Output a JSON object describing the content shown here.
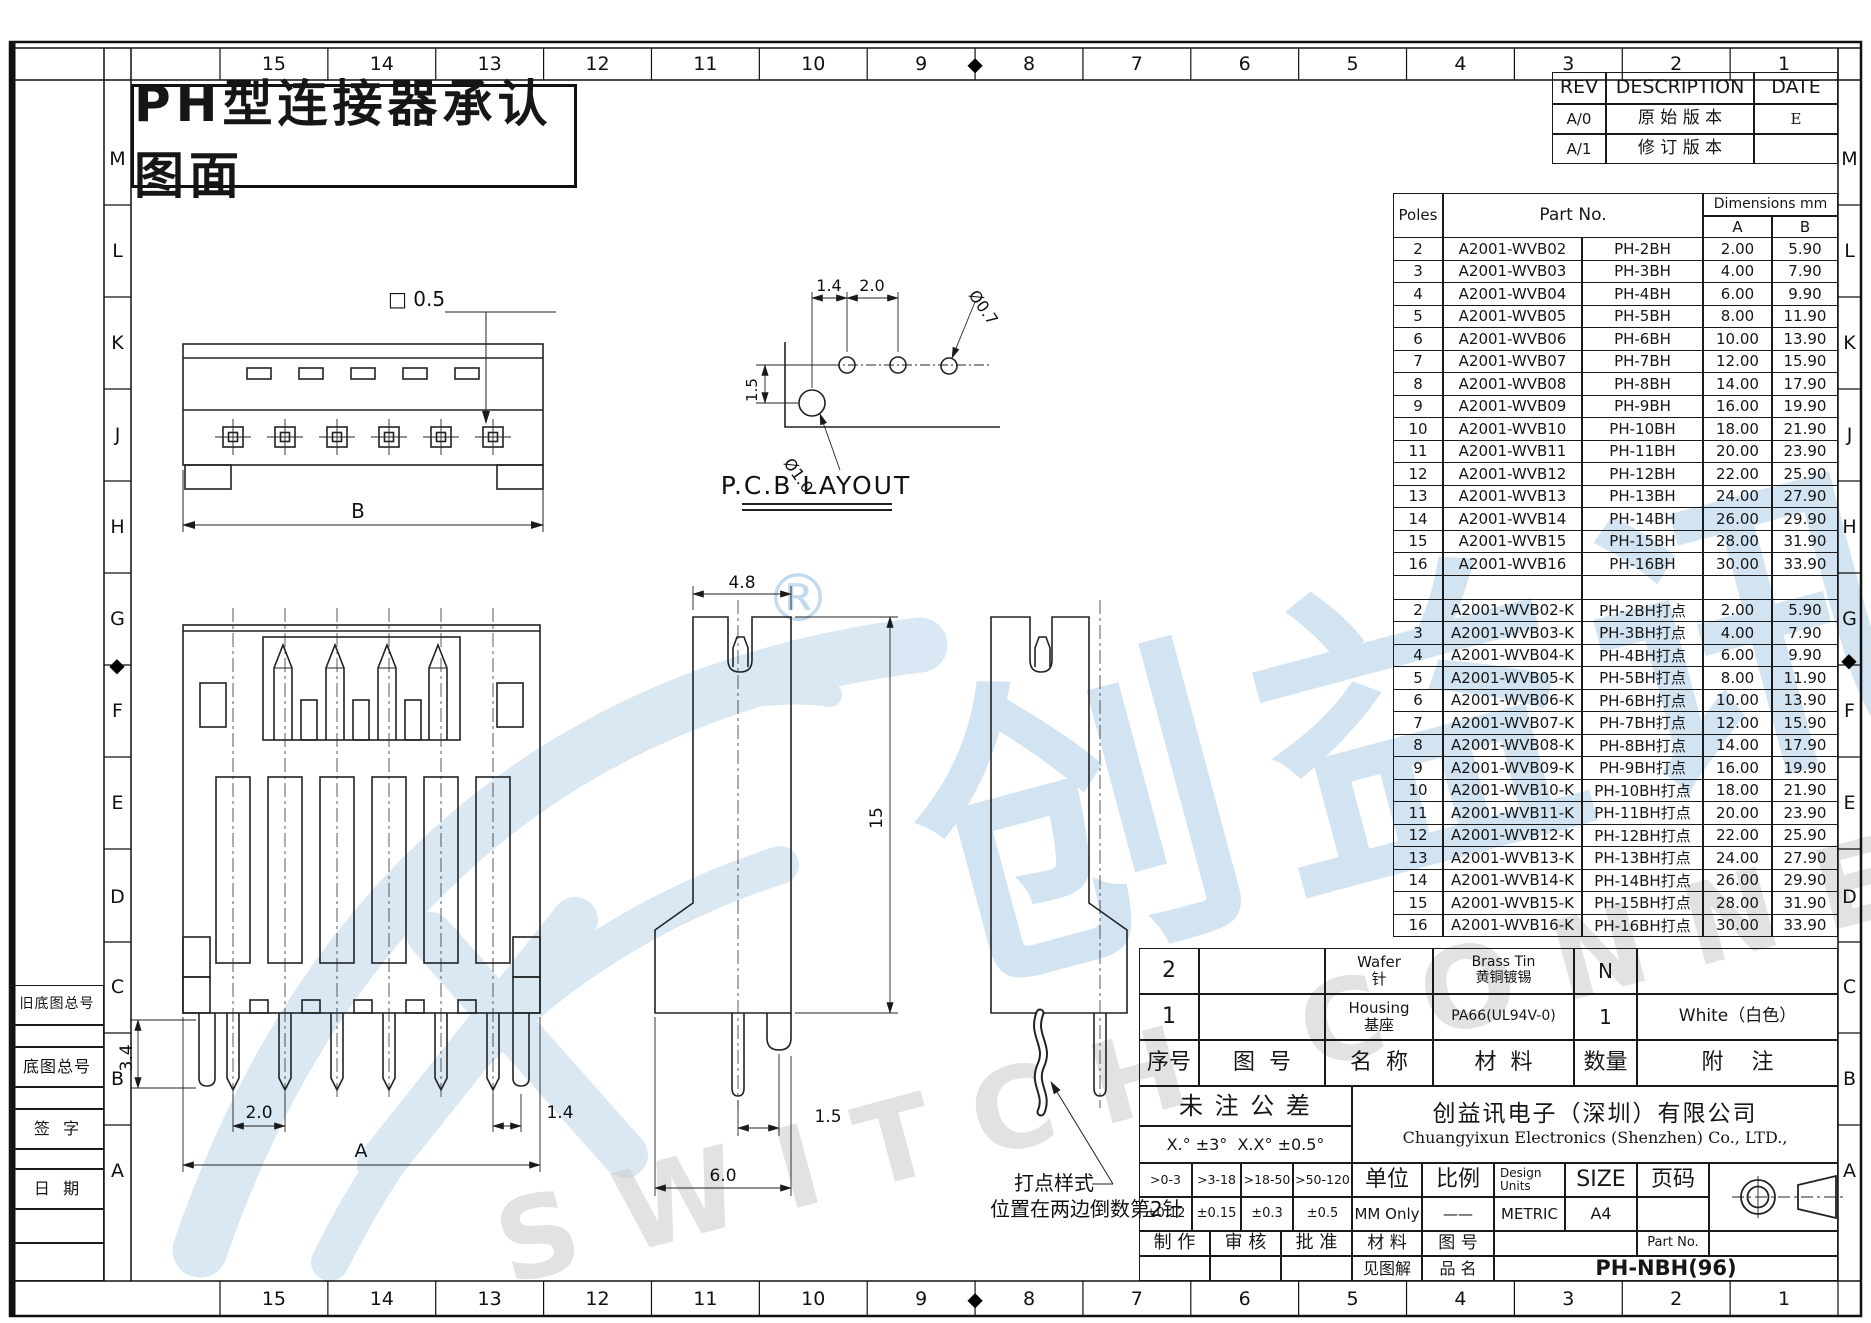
{
  "title": "PH型连接器承认图面",
  "watermark": {
    "cjk": "创益讯",
    "latin": "SWITCH CONNECT",
    "reg": "®"
  },
  "border": {
    "columns": [
      "15",
      "14",
      "13",
      "12",
      "11",
      "10",
      "9",
      "8",
      "7",
      "6",
      "5",
      "4",
      "3",
      "2",
      "1"
    ],
    "rows": [
      "M",
      "L",
      "K",
      "J",
      "H",
      "G",
      "F",
      "E",
      "D",
      "C",
      "B",
      "A"
    ],
    "diamond": "◆"
  },
  "margin_labels": {
    "old_base": "旧底图总号",
    "base": "底图总号",
    "sign": "签  字",
    "date": "日  期"
  },
  "rev_table": {
    "h_rev": "REV",
    "h_desc": "DESCRIPTION",
    "h_date": "DATE",
    "r1": {
      "rev": "A/0",
      "desc": "原 始 版 本",
      "date": "E"
    },
    "r2": {
      "rev": "A/1",
      "desc": "修 订 版 本",
      "date": ""
    }
  },
  "parts_table": {
    "col_poles": "Poles",
    "col_part": "Part No.",
    "col_dim": "Dimensions mm",
    "col_a": "A",
    "col_b": "B",
    "rows": [
      {
        "poles": "2",
        "part": "A2001-WVB02",
        "name": "PH-2BH",
        "a": "2.00",
        "b": "5.90"
      },
      {
        "poles": "3",
        "part": "A2001-WVB03",
        "name": "PH-3BH",
        "a": "4.00",
        "b": "7.90"
      },
      {
        "poles": "4",
        "part": "A2001-WVB04",
        "name": "PH-4BH",
        "a": "6.00",
        "b": "9.90"
      },
      {
        "poles": "5",
        "part": "A2001-WVB05",
        "name": "PH-5BH",
        "a": "8.00",
        "b": "11.90"
      },
      {
        "poles": "6",
        "part": "A2001-WVB06",
        "name": "PH-6BH",
        "a": "10.00",
        "b": "13.90"
      },
      {
        "poles": "7",
        "part": "A2001-WVB07",
        "name": "PH-7BH",
        "a": "12.00",
        "b": "15.90"
      },
      {
        "poles": "8",
        "part": "A2001-WVB08",
        "name": "PH-8BH",
        "a": "14.00",
        "b": "17.90"
      },
      {
        "poles": "9",
        "part": "A2001-WVB09",
        "name": "PH-9BH",
        "a": "16.00",
        "b": "19.90"
      },
      {
        "poles": "10",
        "part": "A2001-WVB10",
        "name": "PH-10BH",
        "a": "18.00",
        "b": "21.90"
      },
      {
        "poles": "11",
        "part": "A2001-WVB11",
        "name": "PH-11BH",
        "a": "20.00",
        "b": "23.90"
      },
      {
        "poles": "12",
        "part": "A2001-WVB12",
        "name": "PH-12BH",
        "a": "22.00",
        "b": "25.90"
      },
      {
        "poles": "13",
        "part": "A2001-WVB13",
        "name": "PH-13BH",
        "a": "24.00",
        "b": "27.90"
      },
      {
        "poles": "14",
        "part": "A2001-WVB14",
        "name": "PH-14BH",
        "a": "26.00",
        "b": "29.90"
      },
      {
        "poles": "15",
        "part": "A2001-WVB15",
        "name": "PH-15BH",
        "a": "28.00",
        "b": "31.90"
      },
      {
        "poles": "16",
        "part": "A2001-WVB16",
        "name": "PH-16BH",
        "a": "30.00",
        "b": "33.90"
      }
    ],
    "rows_k": [
      {
        "poles": "2",
        "part": "A2001-WVB02-K",
        "name": "PH-2BH打点",
        "a": "2.00",
        "b": "5.90"
      },
      {
        "poles": "3",
        "part": "A2001-WVB03-K",
        "name": "PH-3BH打点",
        "a": "4.00",
        "b": "7.90"
      },
      {
        "poles": "4",
        "part": "A2001-WVB04-K",
        "name": "PH-4BH打点",
        "a": "6.00",
        "b": "9.90"
      },
      {
        "poles": "5",
        "part": "A2001-WVB05-K",
        "name": "PH-5BH打点",
        "a": "8.00",
        "b": "11.90"
      },
      {
        "poles": "6",
        "part": "A2001-WVB06-K",
        "name": "PH-6BH打点",
        "a": "10.00",
        "b": "13.90"
      },
      {
        "poles": "7",
        "part": "A2001-WVB07-K",
        "name": "PH-7BH打点",
        "a": "12.00",
        "b": "15.90"
      },
      {
        "poles": "8",
        "part": "A2001-WVB08-K",
        "name": "PH-8BH打点",
        "a": "14.00",
        "b": "17.90"
      },
      {
        "poles": "9",
        "part": "A2001-WVB09-K",
        "name": "PH-9BH打点",
        "a": "16.00",
        "b": "19.90"
      },
      {
        "poles": "10",
        "part": "A2001-WVB10-K",
        "name": "PH-10BH打点",
        "a": "18.00",
        "b": "21.90"
      },
      {
        "poles": "11",
        "part": "A2001-WVB11-K",
        "name": "PH-11BH打点",
        "a": "20.00",
        "b": "23.90"
      },
      {
        "poles": "12",
        "part": "A2001-WVB12-K",
        "name": "PH-12BH打点",
        "a": "22.00",
        "b": "25.90"
      },
      {
        "poles": "13",
        "part": "A2001-WVB13-K",
        "name": "PH-13BH打点",
        "a": "24.00",
        "b": "27.90"
      },
      {
        "poles": "14",
        "part": "A2001-WVB14-K",
        "name": "PH-14BH打点",
        "a": "26.00",
        "b": "29.90"
      },
      {
        "poles": "15",
        "part": "A2001-WVB15-K",
        "name": "PH-15BH打点",
        "a": "28.00",
        "b": "31.90"
      },
      {
        "poles": "16",
        "part": "A2001-WVB16-K",
        "name": "PH-16BH打点",
        "a": "30.00",
        "b": "33.90"
      }
    ]
  },
  "bom_table": {
    "h_no": "序号",
    "h_fig": "图  号",
    "h_name": "名  称",
    "h_mat": "材  料",
    "h_qty": "数量",
    "h_note": "附    注",
    "r2": {
      "no": "2",
      "fig": "",
      "name1": "Wafer",
      "name2": "针",
      "mat1": "Brass Tin",
      "mat2": "黄铜镀锡",
      "qty": "N",
      "note": ""
    },
    "r1": {
      "no": "1",
      "fig": "",
      "name1": "Housing",
      "name2": "基座",
      "mat1": "PA66(UL94V-0)",
      "mat2": "",
      "qty": "1",
      "note": "White（白色）"
    }
  },
  "tolerance": {
    "title": "未 注 公 差",
    "angle": "X.° ±3°  X.X° ±0.5°",
    "ranges": [
      ">0-3",
      ">3-18",
      ">18-50",
      ">50-120"
    ],
    "values": [
      "±0.12",
      "±0.15",
      "±0.3",
      "±0.5"
    ],
    "make": "制 作",
    "check": "审 核",
    "approve": "批 准"
  },
  "title_block": {
    "company_cn": "创益讯电子（深圳）有限公司",
    "company_en": "Chuangyixun Electronics (Shenzhen) Co., LTD.,",
    "unit_label": "单位",
    "unit_value": "MM Only",
    "scale_label": "比例",
    "scale_value": "——",
    "du_label1": "Design",
    "du_label2": "Units",
    "du_value": "METRIC",
    "size_label": "SIZE",
    "size_value": "A4",
    "page_label": "页码",
    "page_value": "",
    "material_label": "材 料",
    "fig_label": "图 号",
    "part_no_label": "Part No.",
    "part_no_value": "",
    "legend_label": "见图解",
    "product_label": "品 名",
    "product_value": "PH-NBH(96)"
  },
  "drawings": {
    "top_view": {
      "sq_dim": "□ 0.5",
      "b_dim": "B"
    },
    "pcb": {
      "title": "P.C.B LAYOUT",
      "d14": "1.4",
      "d20": "2.0",
      "d15": "1.5",
      "hole_small": "Ø0.7",
      "hole_big": "Ø1.0"
    },
    "front": {
      "d34": "3.4",
      "d20": "2.0",
      "da": "A",
      "d14": "1.4"
    },
    "side": {
      "d48": "4.8",
      "d15tall": "15",
      "d15": "1.5",
      "d60": "6.0"
    },
    "note1": "打点样式",
    "note2": "位置在两边倒数第2针"
  },
  "colors": {
    "line": "#1a1a1a",
    "wm_blue": "#b5d2ea",
    "wm_gray": "#cccccc"
  }
}
